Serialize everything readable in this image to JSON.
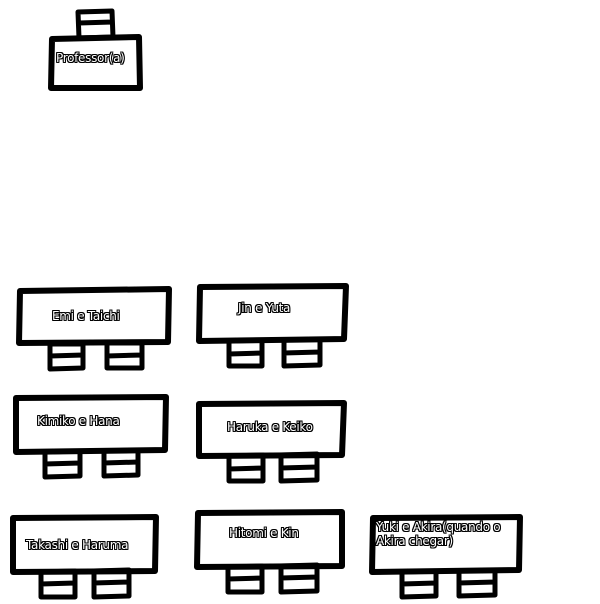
{
  "teacher": {
    "label": "Professor(a)"
  },
  "desks": [
    {
      "id": "desk-1",
      "label": "Emi e Taichi"
    },
    {
      "id": "desk-2",
      "label": "Jin e Yuta"
    },
    {
      "id": "desk-3",
      "label": "Kimiko e Hana"
    },
    {
      "id": "desk-4",
      "label": "Haruka e Keiko"
    },
    {
      "id": "desk-5",
      "label": "Takashi e Haruma"
    },
    {
      "id": "desk-6",
      "label": "Hitomi e Kin"
    },
    {
      "id": "desk-7",
      "label": "Yuki e Akira(quando o Akira chegar)"
    }
  ],
  "colors": {
    "ink": "#000000",
    "paper": "#ffffff"
  }
}
